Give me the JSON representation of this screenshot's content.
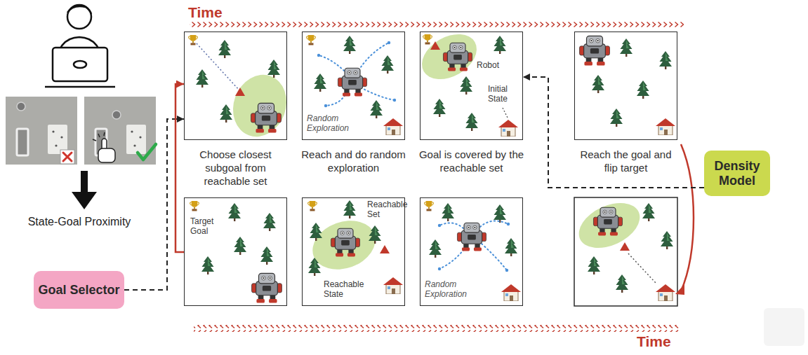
{
  "diagram": {
    "nodes": [
      {
        "text": [
          "Choose closest subgoal from reachable set"
        ]
      },
      {
        "text": [
          "Random Exploration",
          "Reach and do random exploration"
        ]
      },
      {
        "text": [
          "Robot",
          "Initial State",
          "Goal is covered by the reachable set"
        ]
      },
      {
        "text": [
          "Reach the goal and flip target"
        ]
      },
      {
        "text": [
          "Density Model"
        ]
      },
      {
        "text": [
          "Target Goal"
        ]
      },
      {
        "text": [
          "Reachable Set",
          "Reachable State"
        ]
      },
      {
        "text": [
          "Random Exploration"
        ]
      },
      {
        "text": [
          "Goal Selector"
        ]
      }
    ],
    "edges": [
      {
        "from": 8,
        "to": 0,
        "arrow": "to"
      },
      {
        "from": 4,
        "to": 2,
        "arrow": "to"
      },
      {
        "from": 5,
        "to": 0,
        "arrow": "to"
      }
    ],
    "labels": [
      "Time",
      "State-Goal Proximity",
      "Time"
    ]
  }
}
